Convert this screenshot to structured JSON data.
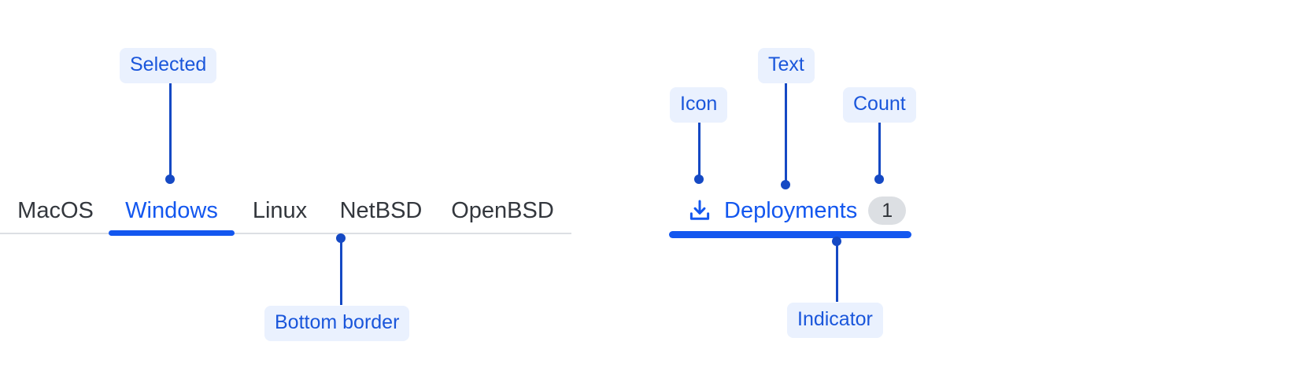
{
  "theme": {
    "accent_blue": "#1357ef",
    "annotation_blue": "#1549c4",
    "annotation_badge_bg": "#eaf1fe",
    "annotation_text": "#1a56db",
    "tab_text": "#33373d",
    "rule_gray": "#dcdfe4",
    "count_pill_bg": "#dcdfe3",
    "count_pill_text": "#2f3338",
    "page_bg": "#ffffff"
  },
  "left_example": {
    "tabs": [
      {
        "label": "MacOS",
        "selected": false
      },
      {
        "label": "Windows",
        "selected": true
      },
      {
        "label": "Linux",
        "selected": false
      },
      {
        "label": "NetBSD",
        "selected": false
      },
      {
        "label": "OpenBSD",
        "selected": false
      }
    ],
    "annotations": [
      {
        "label": "Selected",
        "target": "selected-tab",
        "position": "above"
      },
      {
        "label": "Bottom border",
        "target": "tabbar-rule",
        "position": "below"
      }
    ]
  },
  "right_example": {
    "tab": {
      "icon": "download-icon",
      "label": "Deployments",
      "count": "1",
      "selected": true
    },
    "annotations": [
      {
        "label": "Icon",
        "target": "tab-icon",
        "position": "above"
      },
      {
        "label": "Text",
        "target": "tab-label",
        "position": "above"
      },
      {
        "label": "Count",
        "target": "count-badge",
        "position": "above"
      },
      {
        "label": "Indicator",
        "target": "tab-indicator",
        "position": "below"
      }
    ]
  }
}
